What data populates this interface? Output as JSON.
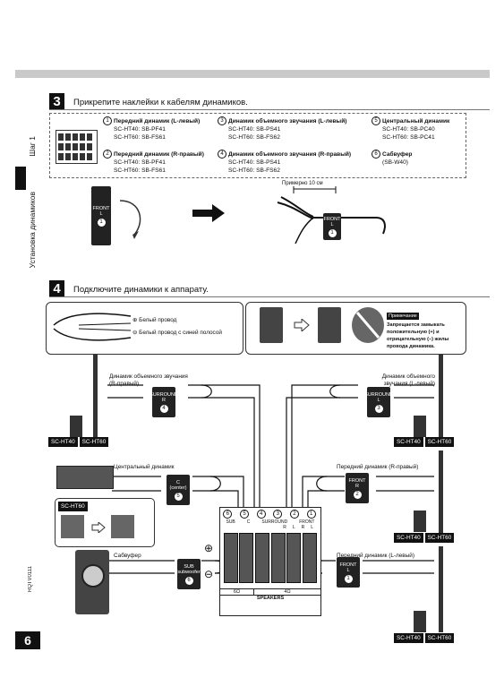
{
  "side": {
    "step_label": "Шаг 1",
    "section_label": "Установка динамиков",
    "doc_code": "RQTV0111",
    "page_number": "6"
  },
  "step3": {
    "number": "3",
    "title": "Прикрепите наклейки к кабелям динамиков.",
    "items": [
      {
        "n": "1",
        "name": "Передний динамик (L-левый)",
        "l1": "SC-HT40: SB-PF41",
        "l2": "SC-HT60: SB-FS61"
      },
      {
        "n": "2",
        "name": "Передний динамик (R-правый)",
        "l1": "SC-HT40: SB-PF41",
        "l2": "SC-HT60: SB-FS61"
      },
      {
        "n": "3",
        "name": "Динамик объемного звучания (L-левый)",
        "l1": "SC-HT40: SB-PS41",
        "l2": "SC-HT60: SB-FS62"
      },
      {
        "n": "4",
        "name": "Динамик объемного звучания (R-правый)",
        "l1": "SC-HT40: SB-PS41",
        "l2": "SC-HT60: SB-FS62"
      },
      {
        "n": "5",
        "name": "Центральный динамик",
        "l1": "SC-HT40: SB-PC40",
        "l2": "SC-HT60: SB-PC41"
      },
      {
        "n": "6",
        "name": "Сабвуфер",
        "l1": "(SB-W40)",
        "l2": ""
      }
    ],
    "approx_label": "Примерно 10 см",
    "sticker_text": "FRONT",
    "sticker_sub": "L",
    "sticker_num": "1"
  },
  "step4": {
    "number": "4",
    "title": "Подключите динамики к аппарату.",
    "wire_white_sign": "⊕",
    "wire_white": "Белый провод",
    "wire_blue_sign": "⊖",
    "wire_blue": "Белый провод с синей полосой",
    "note_title": "Примечание",
    "note_text": "Запрещается замыкать положительную (+) и отрицательную (–) жилы провода динамика.",
    "plus_sign": "⊕",
    "minus_sign": "⊖",
    "speakers": {
      "surround_r": {
        "label": "Динамик объемного звучания (R-правый)",
        "tag": "SURROUND",
        "sub": "R",
        "num": "4"
      },
      "surround_l": {
        "label": "Динамик объемного звучания (L-левый)",
        "tag": "SURROUND",
        "sub": "L",
        "num": "3"
      },
      "center": {
        "label": "Центральный динамик",
        "tag": "C",
        "sub": "(center)",
        "num": "5"
      },
      "front_r": {
        "label": "Передний динамик (R-правый)",
        "tag": "FRONT",
        "sub": "R",
        "num": "2"
      },
      "sub": {
        "label": "Сабвуфер",
        "tag": "SUB",
        "sub": "(subwoofer)",
        "num": "6"
      },
      "front_l": {
        "label": "Передний динамик (L-левый)",
        "tag": "FRONT",
        "sub": "L",
        "num": "1"
      }
    },
    "models": {
      "ht40": "SC-HT40",
      "ht60": "SC-HT60"
    },
    "inset_model": "SC-HT60",
    "panel": {
      "top_nums": [
        "6",
        "5",
        "4",
        "3",
        "2",
        "1"
      ],
      "groups": [
        "SUB",
        "C",
        "SURROUND",
        "FRONT"
      ],
      "lr": [
        "R",
        "L",
        "R",
        "L"
      ],
      "ohm_left": "6Ω",
      "ohm_right": "4Ω",
      "label": "SPEAKERS"
    }
  }
}
